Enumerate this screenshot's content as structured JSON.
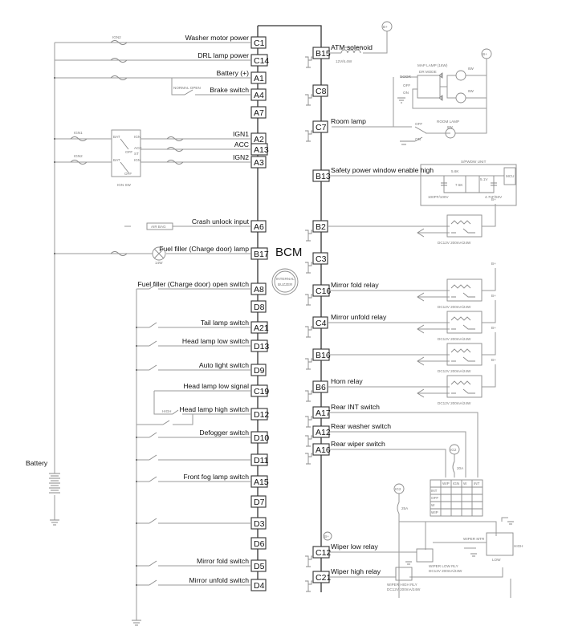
{
  "module": {
    "title": "BCM",
    "buzzer_label_1": "INTERNAL",
    "buzzer_label_2": "BUZZER"
  },
  "battery": {
    "label": "Battery"
  },
  "left_pins": [
    {
      "pin": "C1",
      "label": "Washer motor power",
      "fuse": "IGN2"
    },
    {
      "pin": "C14",
      "label": "DRL lamp power"
    },
    {
      "pin": "A1",
      "label": "Battery (+)"
    },
    {
      "pin": "A4",
      "label": "Brake switch",
      "note": "NORMAL OPEN"
    },
    {
      "pin": "A7",
      "label": ""
    },
    {
      "pin": "A2",
      "label": "IGN1"
    },
    {
      "pin": "A13",
      "label": "ACC"
    },
    {
      "pin": "A3",
      "label": "IGN2"
    },
    {
      "pin": "A6",
      "label": "Crash unlock input",
      "source": "AIR BAG"
    },
    {
      "pin": "B17",
      "label": "Fuel filler (Charge door) lamp",
      "lamp": "14W"
    },
    {
      "pin": "A8",
      "label": "Fuel filler (Charge door) open switch"
    },
    {
      "pin": "D8",
      "label": ""
    },
    {
      "pin": "A21",
      "label": "Tail lamp switch"
    },
    {
      "pin": "D13",
      "label": "Head lamp low switch"
    },
    {
      "pin": "D9",
      "label": "Auto light switch"
    },
    {
      "pin": "C19",
      "label": "Head lamp low signal"
    },
    {
      "pin": "D12",
      "label": "Head lamp high switch",
      "note": "HIGH"
    },
    {
      "pin": "D10",
      "label": "Defogger switch"
    },
    {
      "pin": "D11",
      "label": ""
    },
    {
      "pin": "A15",
      "label": "Front fog lamp switch"
    },
    {
      "pin": "D7",
      "label": ""
    },
    {
      "pin": "D3",
      "label": ""
    },
    {
      "pin": "D6",
      "label": ""
    },
    {
      "pin": "D5",
      "label": "Mirror fold switch"
    },
    {
      "pin": "D4",
      "label": "Mirror unfold switch"
    }
  ],
  "right_pins": [
    {
      "pin": "B15",
      "label": "ATM solenoid",
      "rating": "12V/6.4W"
    },
    {
      "pin": "C8",
      "label": ""
    },
    {
      "pin": "C7",
      "label": "Room lamp"
    },
    {
      "pin": "B13",
      "label": "Safety power window enable high"
    },
    {
      "pin": "B2",
      "label": "",
      "relay_rating": "DC12V 200mA/24W"
    },
    {
      "pin": "C3",
      "label": ""
    },
    {
      "pin": "C16",
      "label": "Mirror fold relay",
      "relay_rating": "DC12V 200mA/24W"
    },
    {
      "pin": "C4",
      "label": "Mirror unfold relay",
      "relay_rating": "DC12V 200mA/24W"
    },
    {
      "pin": "B16",
      "label": "",
      "relay_rating": "DC12V 200mA/24W"
    },
    {
      "pin": "B6",
      "label": "Horn relay",
      "relay_rating": "DC12V 200mA/24W"
    },
    {
      "pin": "A17",
      "label": "Rear INT switch"
    },
    {
      "pin": "A12",
      "label": "Rear washer switch"
    },
    {
      "pin": "A16",
      "label": "Rear wiper switch"
    },
    {
      "pin": "C12",
      "label": "Wiper low relay"
    },
    {
      "pin": "C21",
      "label": "Wiper high relay"
    }
  ],
  "ign_switch": {
    "label": "IGN SW",
    "fuse1": "IGN1",
    "fuse2": "IGN2",
    "positions": [
      "IGN",
      "ACC",
      "ST",
      "IGN",
      "OFF",
      "OFF"
    ],
    "in1": "BAT",
    "in2": "BAT"
  },
  "map_lamp": {
    "title": "MAP LAMP (16W)",
    "mode": "DR MODE",
    "positions": [
      "DOOR",
      "OFF",
      "ON"
    ],
    "bulb": "8W"
  },
  "room_lamp": {
    "title": "ROOM LAMP",
    "bulb": "8W",
    "positions": [
      "OFF",
      "ON"
    ]
  },
  "bplus": "B+",
  "spwdw": {
    "title": "S/PWDW UNIT",
    "r1": "5.6K",
    "r2": "7.5K",
    "zener": "5.1V",
    "c1": "100PF/100V",
    "c2": "4.7nF/50V",
    "mcu": "MCU"
  },
  "rear_wiper_switch": {
    "fuse_source": "IG2",
    "fuse": "20A",
    "columns": [
      "",
      "WIP",
      "IGN",
      "W",
      "INT"
    ],
    "rows": [
      "INT",
      "OFF",
      "W",
      "WIP"
    ]
  },
  "wiper": {
    "fuse_source": "IG2",
    "fuse": "25A",
    "motor": "WIPER MTR",
    "low": "LOW",
    "high": "HIGH",
    "low_relay": "WIPER LOW RLY",
    "low_relay_rating": "DC12V 200mA/24W",
    "high_relay": "WIPER HIGH RLY",
    "high_relay_rating": "DC12V 200mA/24W"
  }
}
